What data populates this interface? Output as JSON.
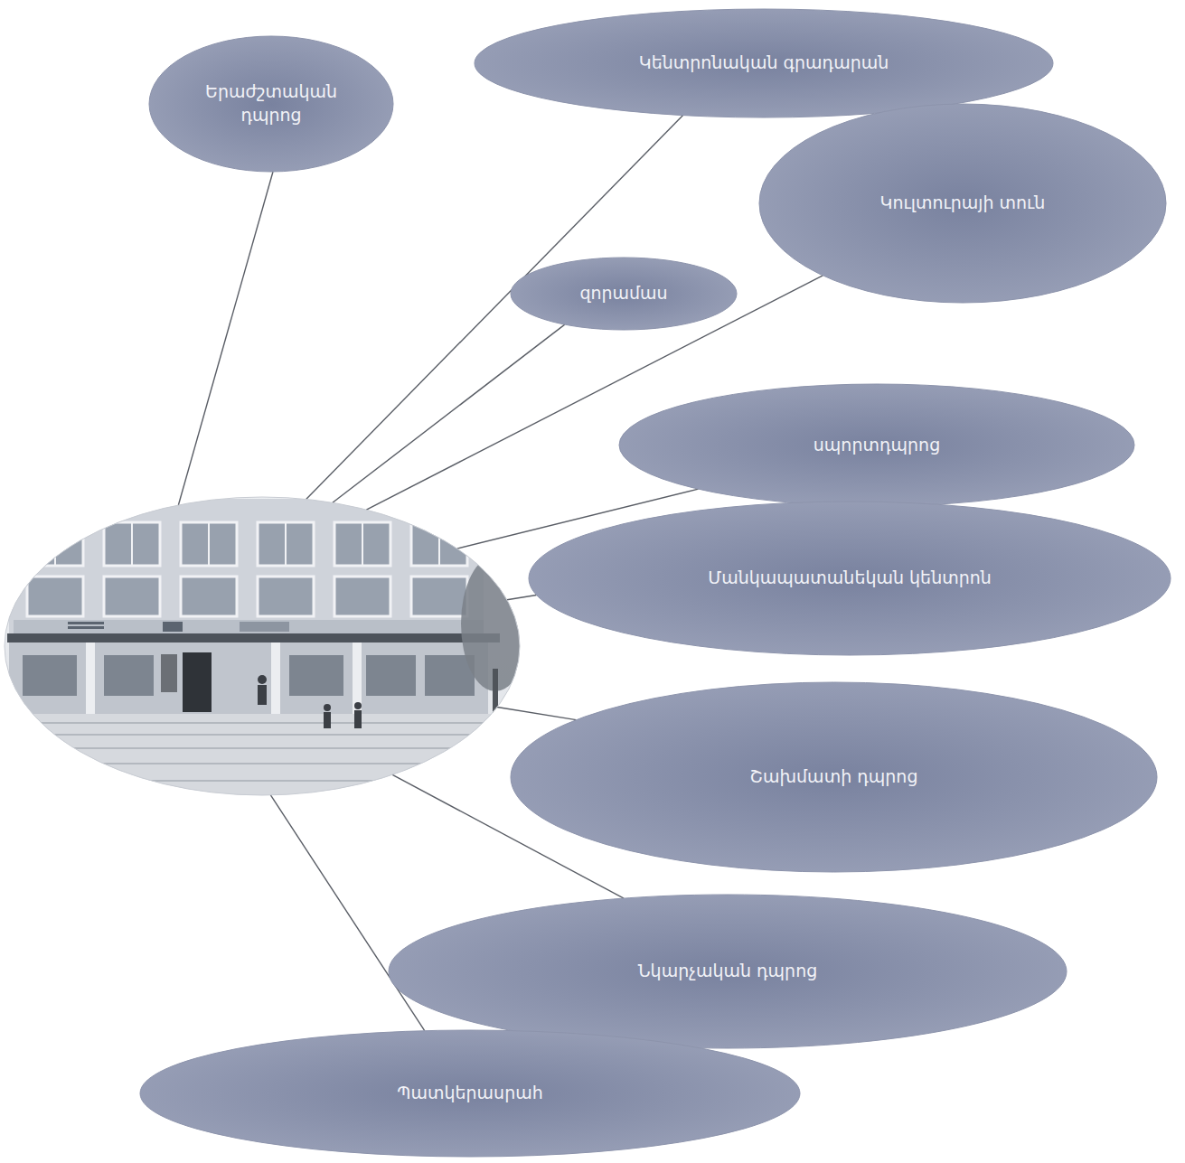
{
  "diagram": {
    "nodes": [
      {
        "text": [
          "Կենտրոնական գրադարան"
        ]
      },
      {
        "text": [
          "Երաժշտական դպրոց"
        ]
      },
      {
        "text": [
          "Կուլտուրայի տուն"
        ]
      },
      {
        "text": [
          "զորամաս"
        ]
      },
      {
        "text": [
          "սպորտդպրոց"
        ]
      },
      {
        "text": []
      },
      {
        "text": [
          "Մանկապատանեկան կենտրոն"
        ]
      },
      {
        "text": [
          "Շախմատի դպրոց"
        ]
      },
      {
        "text": [
          "Նկարչական դպրոց"
        ]
      },
      {
        "text": [
          "Պատկերասրահ"
        ]
      }
    ],
    "edges": [
      {
        "from": 5,
        "to": 1,
        "arrow": "none"
      },
      {
        "from": 5,
        "to": 0,
        "arrow": "none"
      },
      {
        "from": 5,
        "to": 3,
        "arrow": "none"
      },
      {
        "from": 5,
        "to": 2,
        "arrow": "none"
      },
      {
        "from": 5,
        "to": 4,
        "arrow": "none"
      },
      {
        "from": 5,
        "to": 6,
        "arrow": "none"
      },
      {
        "from": 5,
        "to": 7,
        "arrow": "none"
      },
      {
        "from": 5,
        "to": 8,
        "arrow": "none"
      },
      {
        "from": 5,
        "to": 9,
        "arrow": "none"
      }
    ]
  }
}
